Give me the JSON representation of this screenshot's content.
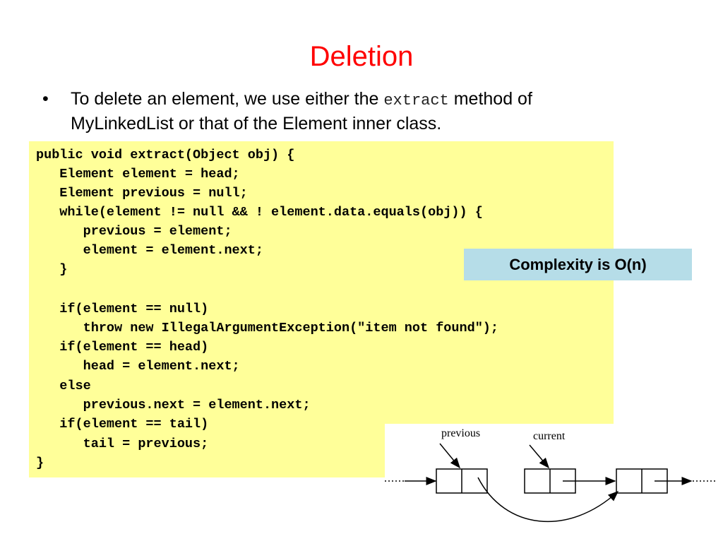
{
  "slide": {
    "title": "Deletion",
    "bullet": {
      "marker": "•",
      "text_before": "To delete an element, we use either the ",
      "code": "extract",
      "text_after": " method of MyLinkedList or that of the Element inner class."
    },
    "code_lines": [
      "public void extract(Object obj) {",
      "   Element element = head;",
      "   Element previous = null;",
      "   while(element != null && ! element.data.equals(obj)) {",
      "      previous = element;",
      "      element = element.next;",
      "   }",
      "",
      "   if(element == null)",
      "      throw new IllegalArgumentException(\"item not found\");",
      "   if(element == head)",
      "      head = element.next;",
      "   else",
      "      previous.next = element.next;",
      "   if(element == tail)",
      "      tail = previous;",
      "}"
    ],
    "complexity_note": "Complexity is O(n)",
    "diagram": {
      "label_previous": "previous",
      "label_current": "current"
    },
    "colors": {
      "title": "#ff0000",
      "code_background": "#ffff99",
      "note_background": "#b6dde8"
    }
  }
}
